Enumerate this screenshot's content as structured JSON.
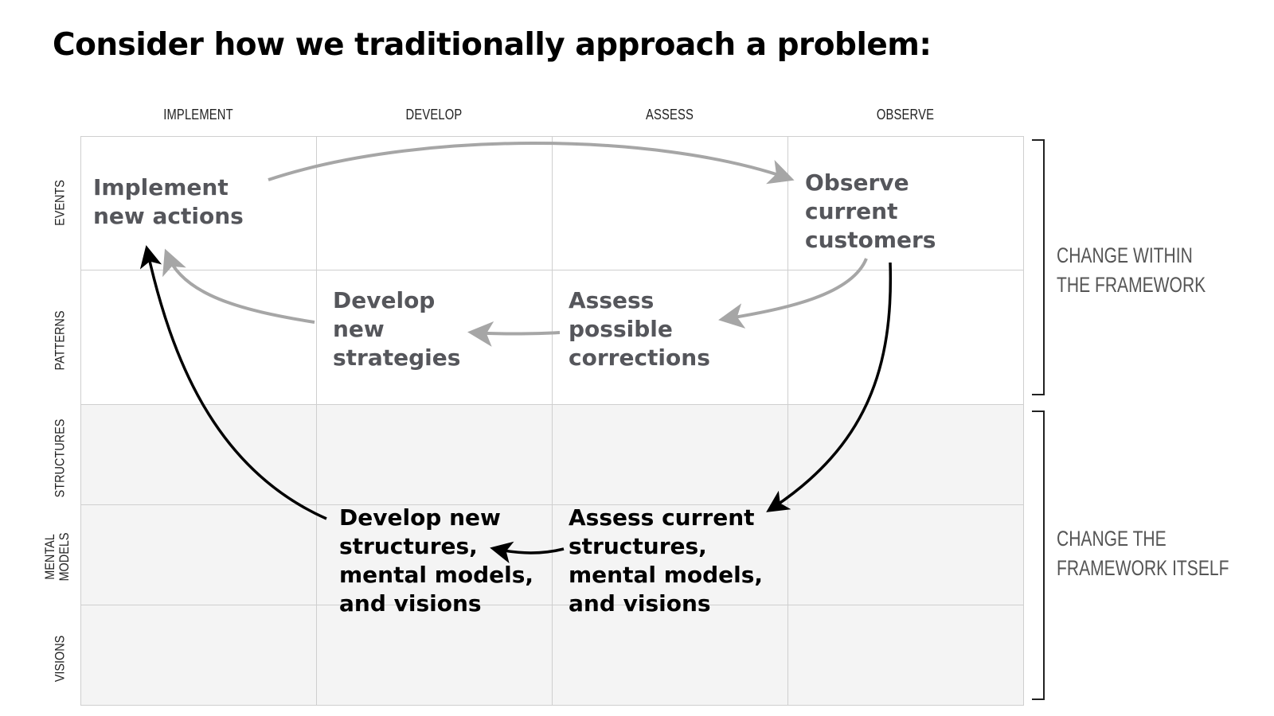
{
  "title": "Consider how we traditionally approach a problem:",
  "columns": [
    "IMPLEMENT",
    "DEVELOP",
    "ASSESS",
    "OBSERVE"
  ],
  "rows": [
    "EVENTS",
    "PATTERNS",
    "STRUCTURES",
    "MENTAL MODELS",
    "VISIONS"
  ],
  "nodes": {
    "implement_actions": [
      "Implement",
      "new actions"
    ],
    "observe_customers": [
      "Observe",
      "current",
      "customers"
    ],
    "develop_strategies": [
      "Develop",
      "new",
      "strategies"
    ],
    "assess_corrections": [
      "Assess",
      "possible",
      "corrections"
    ],
    "develop_structures": [
      "Develop new",
      "structures,",
      "mental models,",
      "and visions"
    ],
    "assess_structures": [
      "Assess current",
      "structures,",
      "mental models,",
      "and visions"
    ]
  },
  "brackets": {
    "within": [
      "CHANGE WITHIN",
      "THE FRAMEWORK"
    ],
    "itself": [
      "CHANGE THE",
      "FRAMEWORK ITSELF"
    ]
  },
  "colors": {
    "grey_arrow": "#a6a6a6",
    "black_arrow": "#000000",
    "grid_line": "#cfcfcf",
    "grey_text": "#55565b"
  }
}
